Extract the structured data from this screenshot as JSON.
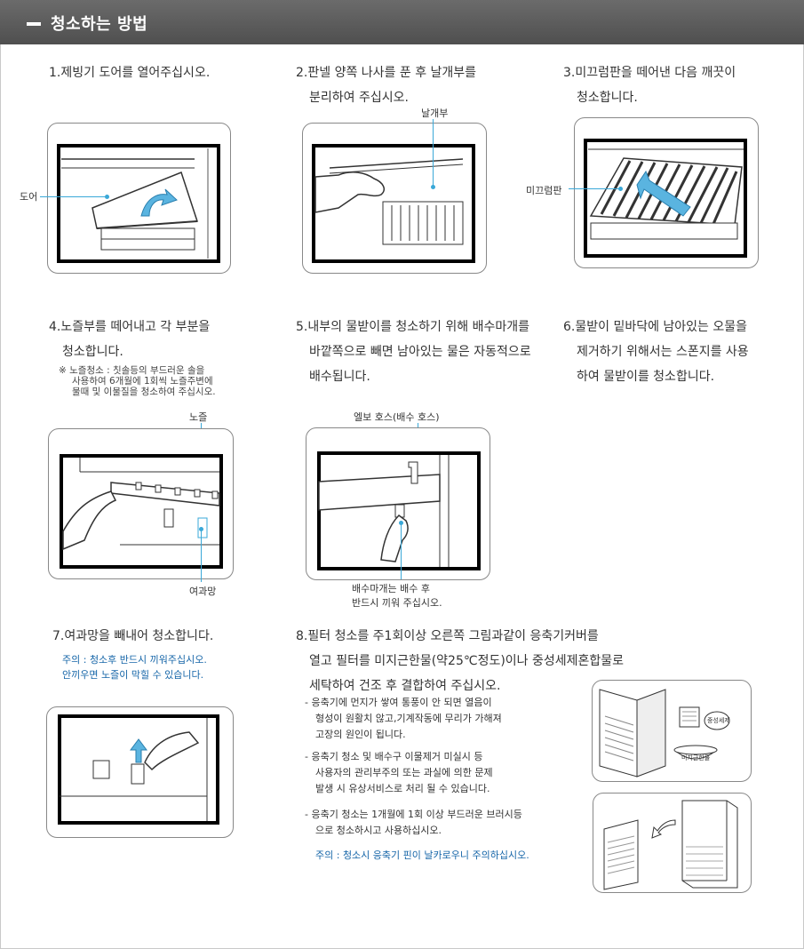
{
  "header": {
    "title": "청소하는 방법"
  },
  "steps": [
    {
      "num": "1.",
      "lines": [
        "제빙기 도어를 열어주십시오."
      ]
    },
    {
      "num": "2.",
      "lines": [
        "판넬 양쪽 나사를 푼 후 날개부를",
        "분리하여 주십시오."
      ]
    },
    {
      "num": "3.",
      "lines": [
        "미끄럼판을 떼어낸 다음 깨끗이",
        "청소합니다."
      ]
    },
    {
      "num": "4.",
      "lines": [
        "노즐부를 떼어내고 각 부분을",
        "청소합니다."
      ]
    },
    {
      "num": "5.",
      "lines": [
        "내부의 물받이를 청소하기 위해 배수마개를",
        "바깥쪽으로 빼면 남아있는 물은 자동적으로",
        "배수됩니다."
      ]
    },
    {
      "num": "6.",
      "lines": [
        "물받이 밑바닥에 남아있는 오물을",
        "제거하기 위해서는 스폰지를 사용",
        "하여 물받이를 청소합니다."
      ]
    },
    {
      "num": "7.",
      "lines": [
        "여과망을 빼내어 청소합니다."
      ]
    },
    {
      "num": "8.",
      "lines": [
        "필터 청소를 주1회이상 오른쪽 그림과같이 응축기커버를",
        "열고 필터를 미지근한물(약25℃정도)이나 중성세제혼합물로",
        "세탁하여 건조 후 결합하여 주십시오."
      ]
    }
  ],
  "notes": {
    "nozzle": [
      "※  노즐청소 : 칫솔등의 부드러운 솔을",
      "사용하여 6개월에 1회씩 노즐주변에",
      "물때 및 이물질을 청소하여 주십시오."
    ],
    "filter_net": [
      "주의 : 청소후 반드시 끼워주십시오.",
      "안끼우면  노즐이 막힐 수 있습니다."
    ],
    "condenser": [
      [
        "- 응축기에 먼지가 쌓여 통풍이 안 되면 열음이",
        "형성이 원활치 않고,기계작동에 무리가 가해져",
        "고장의 원인이 됩니다."
      ],
      [
        "- 응축기 청소 및 배수구 이물제거 미실시 등",
        "사용자의 관리부주의 또는 과실에 의한 문제",
        "발생 시 유상서비스로 처리 될 수 있습니다."
      ],
      [
        "- 응축기 청소는 1개월에 1회 이상 부드러운 브러시등",
        "으로 청소하시고 사용하십시오."
      ]
    ],
    "caution_fin": "주의 : 청소시 응축기 핀이 날카로우니 주의하십시오."
  },
  "callouts": {
    "door": "도어",
    "wing": "날개부",
    "slide": "미끄럼판",
    "nozzle": "노즐",
    "elbow": "엘보 호스(배수 호스)",
    "strainer": "여과망",
    "drain_plug": [
      "배수마개는 배수 후",
      "반드시 끼워 주십시오."
    ],
    "detergent": "중성세제",
    "lukewarm": "미지근한물"
  },
  "colors": {
    "header": "#5a5a5a",
    "accent": "#3aa8d8",
    "caution": "#1565a8"
  }
}
